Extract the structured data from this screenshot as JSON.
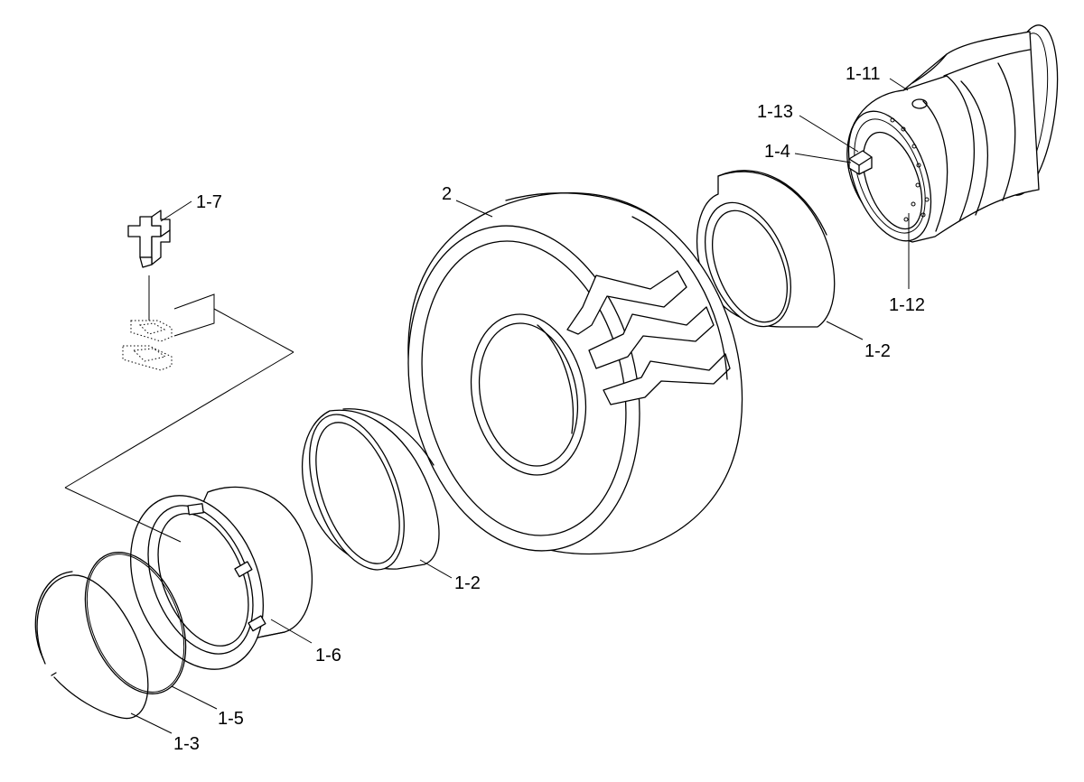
{
  "labels": {
    "p1_11": "1-11",
    "p1_13": "1-13",
    "p1_4": "1-4",
    "p1_7": "1-7",
    "p2": "2",
    "p1_2_right": "1-2",
    "p1_12": "1-12",
    "p1_2_left": "1-2",
    "p1_6": "1-6",
    "p1_5": "1-5",
    "p1_3": "1-3"
  },
  "icons": {
    "cross-block": "cross-shaped wedge block",
    "lock-ring": "split lock ring",
    "o-ring": "o-ring seal",
    "flange": "side flange",
    "bead-seat": "bead seat band",
    "rim": "rim base",
    "tire": "solid lug tire"
  },
  "colors": {
    "line": "#000000",
    "background": "#ffffff"
  }
}
